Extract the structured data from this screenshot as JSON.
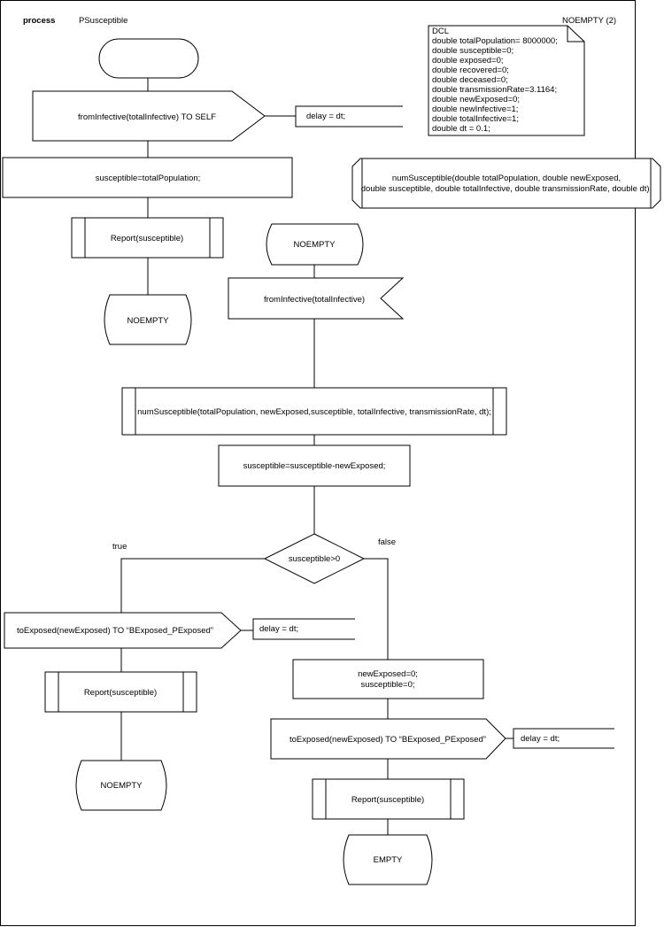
{
  "header": {
    "keyword": "process",
    "name": "PSusceptible",
    "page": "NOEMPTY (2)"
  },
  "declarations": {
    "title": "DCL",
    "lines": [
      "double totalPopulation= 8000000;",
      "double susceptible=0;",
      "double exposed=0;",
      "double recovered=0;",
      "double deceased=0;",
      "double transmissionRate=3.1164;",
      "double newExposed=0;",
      "double newInfective=1;",
      "double totalInfective=1;",
      "double dt = 0.1;"
    ]
  },
  "procedure_declaration": {
    "line1": "numSusceptible(double totalPopulation, double newExposed,",
    "line2": "double susceptible, double totalInfective, double transmissionRate, double dt);"
  },
  "start_branch": {
    "output_signal": "fromInfective(totalInfective) TO SELF",
    "output_comment": "delay = dt;",
    "task": "susceptible=totalPopulation;",
    "procedure_call": "Report(susceptible)",
    "next_state": "NOEMPTY"
  },
  "state_branch": {
    "state": "NOEMPTY",
    "input_signal": "fromInfective(totalInfective)",
    "procedure_call": "numSusceptible(totalPopulation, newExposed,susceptible, totalInfective, transmissionRate, dt);",
    "task": "susceptible=susceptible-newExposed;",
    "decision": "susceptible>0",
    "true_label": "true",
    "false_label": "false"
  },
  "true_branch": {
    "output_signal": "toExposed(newExposed) TO “BExposed_PExposed”",
    "output_comment": "delay = dt;",
    "procedure_call": "Report(susceptible)",
    "next_state": "NOEMPTY"
  },
  "false_branch": {
    "task_line1": "newExposed=0;",
    "task_line2": "susceptible=0;",
    "output_signal": "toExposed(newExposed) TO “BExposed_PExposed”",
    "output_comment": "delay = dt;",
    "procedure_call": "Report(susceptible)",
    "next_state": "EMPTY"
  }
}
